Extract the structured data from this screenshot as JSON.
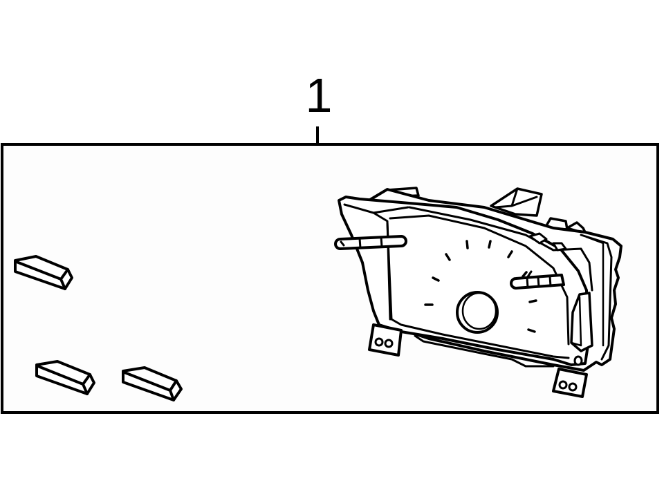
{
  "diagram": {
    "type": "parts-illustration",
    "callouts": [
      {
        "number": "1",
        "target": "instrument-cluster-assembly"
      }
    ],
    "components": [
      {
        "id": "instrument-cluster",
        "label": "Instrument cluster assembly",
        "position": "right"
      },
      {
        "id": "bulb-socket-1",
        "label": "Small prism-shaped piece",
        "position": "left-top"
      },
      {
        "id": "bulb-socket-2",
        "label": "Small prism-shaped piece",
        "position": "left-bottom"
      },
      {
        "id": "bulb-socket-3",
        "label": "Small prism-shaped piece",
        "position": "center-bottom"
      }
    ],
    "colors": {
      "line": "#000000",
      "background": "#ffffff"
    }
  }
}
